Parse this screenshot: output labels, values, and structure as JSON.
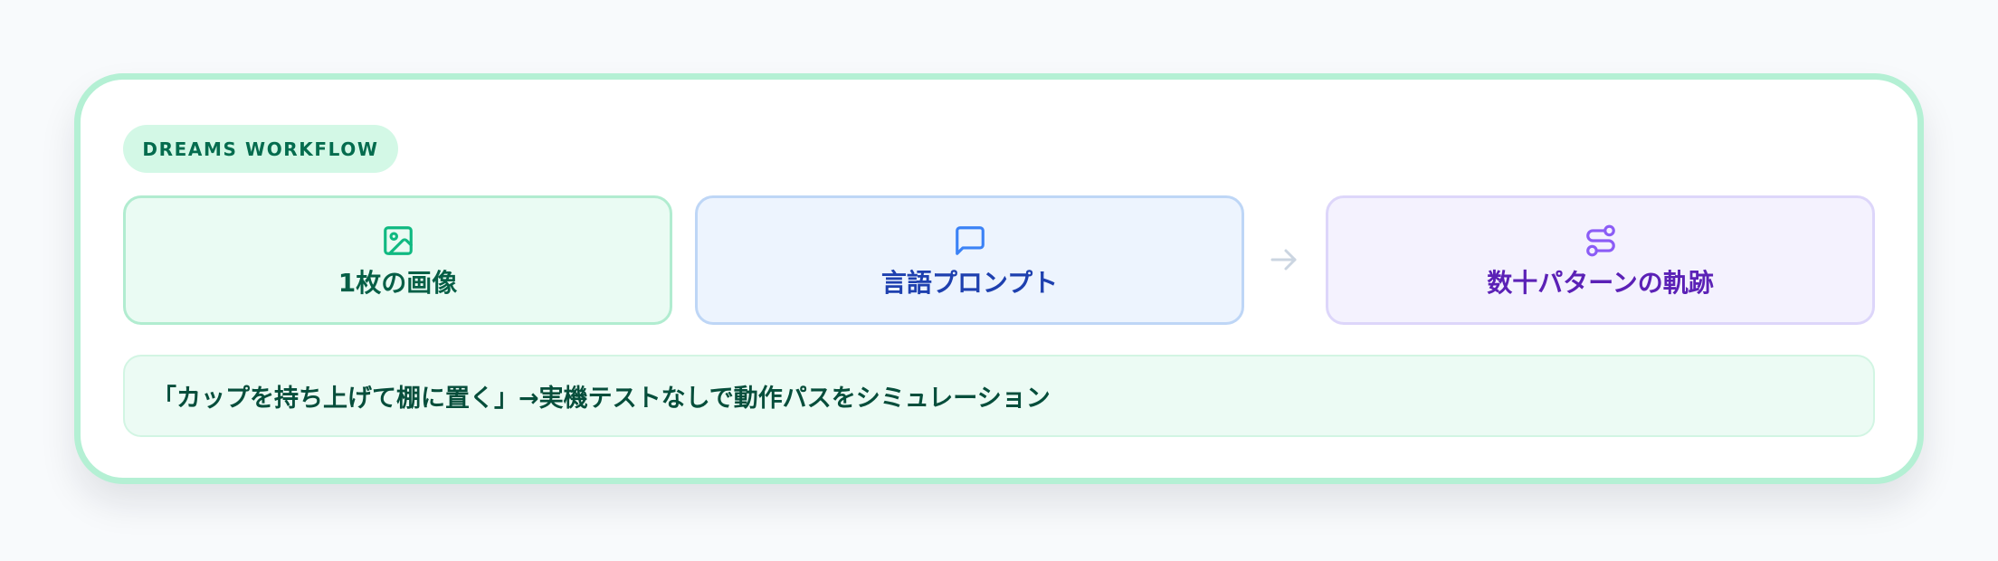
{
  "badge": {
    "label": "DREAMS WORKFLOW"
  },
  "steps": [
    {
      "label": "1枚の画像",
      "icon": "image-icon",
      "color": "#10b981"
    },
    {
      "label": "言語プロンプト",
      "icon": "message-square-icon",
      "color": "#3b82f6"
    },
    {
      "label": "数十パターンの軌跡",
      "icon": "route-icon",
      "color": "#8b5cf6"
    }
  ],
  "connector": {
    "icon": "arrow-right-icon",
    "color": "#cbd5e1"
  },
  "caption": {
    "text": "「カップを持ち上げて棚に置く」→実機テストなしで動作パスをシミュレーション"
  },
  "colors": {
    "card_border": "#b4f0d4",
    "badge_bg": "#d3f8e6",
    "badge_text": "#046c4e"
  }
}
